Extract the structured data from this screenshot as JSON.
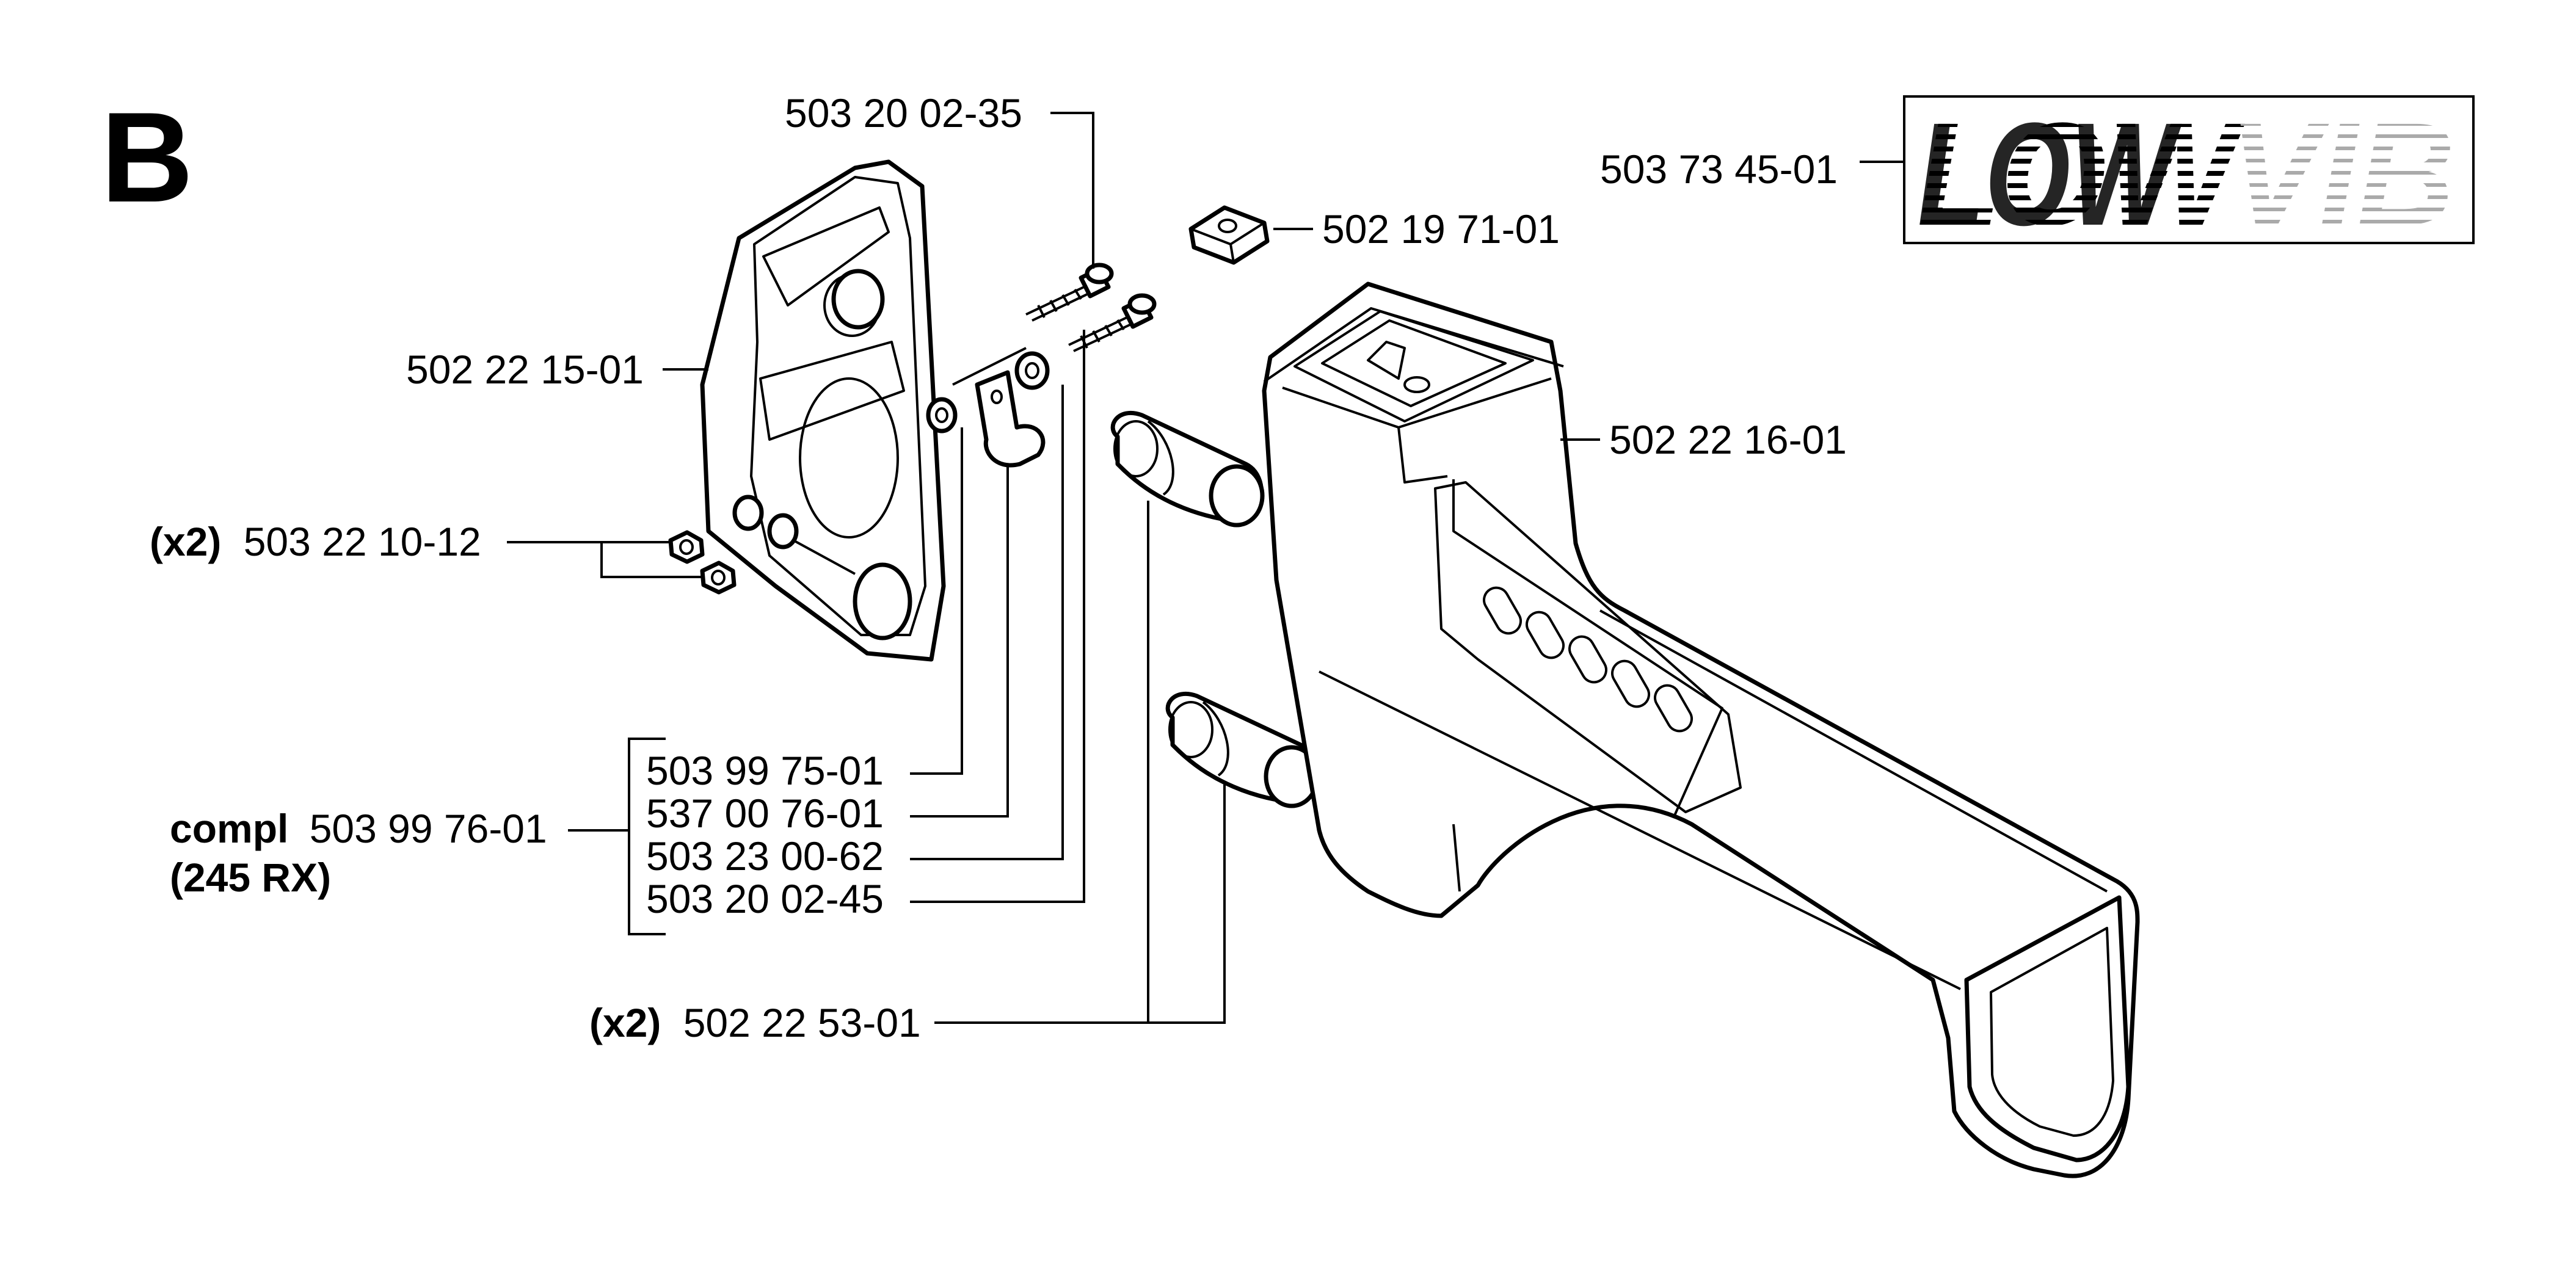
{
  "section_letter": "B",
  "logo": {
    "text": "LOW VIB",
    "part_no": "503 73 45-01"
  },
  "labels": {
    "screw_short": "503 20 02-35",
    "nut_square": "502 19 71-01",
    "cover": "502 22 15-01",
    "handle": "502 22 16-01",
    "nut_qty": "(x2)",
    "nut_part": "503 22 10-12",
    "kit_item_1": "503 99 75-01",
    "kit_item_2": "537 00 76-01",
    "kit_item_3": "503 23 00-62",
    "kit_item_4": "503 20 02-45",
    "kit_prefix": "compl",
    "kit_part": "503 99 76-01",
    "kit_model": "(245 RX)",
    "damper_qty": "(x2)",
    "damper_part": "502 22 53-01"
  },
  "colors": {
    "ink": "#000000",
    "paper": "#ffffff"
  }
}
